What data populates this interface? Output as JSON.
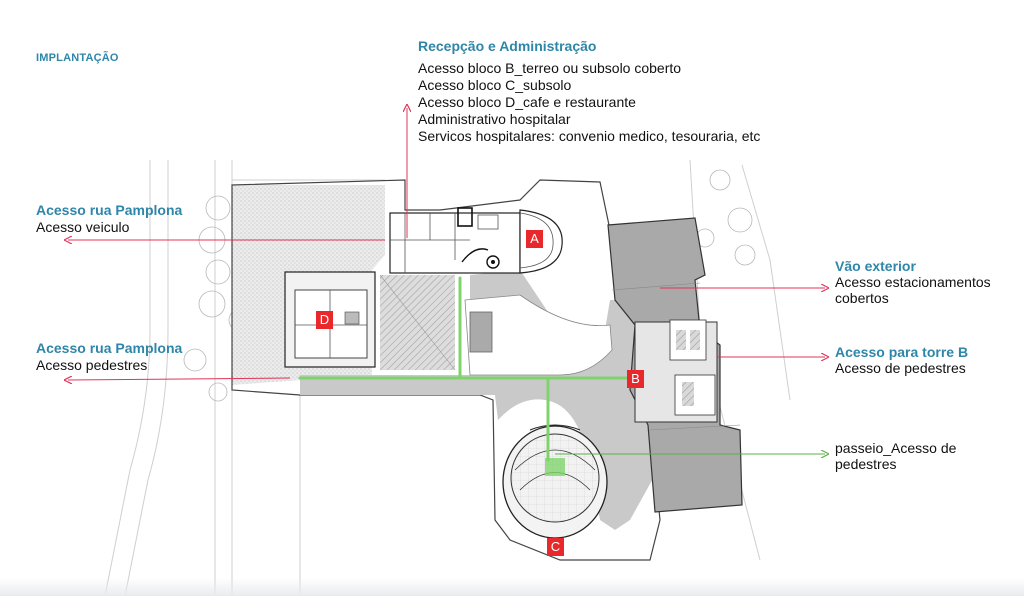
{
  "section_label": "IMPLANTAÇÃO",
  "reception": {
    "title": "Recepção e Administração",
    "lines": [
      "Acesso bloco B_terreo ou subsolo coberto",
      "Acesso bloco C_subsolo",
      "Acesso bloco D_cafe e restaurante",
      "Administrativo hospitalar",
      "Servicos hospitalares: convenio medico, tesouraria, etc"
    ]
  },
  "left_vehicle": {
    "title": "Acesso rua Pamplona",
    "subtitle": "Acesso veiculo"
  },
  "left_pedestrian": {
    "title": "Acesso rua Pamplona",
    "subtitle": "Acesso pedestres"
  },
  "right_exterior": {
    "title": "Vão exterior",
    "lines": [
      "Acesso estacionamentos",
      "cobertos"
    ]
  },
  "right_tower": {
    "title": "Acesso para torre B",
    "subtitle": "Acesso de pedestres"
  },
  "right_walk": {
    "lines": [
      "passeio_Acesso de",
      "pedestres"
    ]
  },
  "blocks": {
    "a": "A",
    "b": "B",
    "c": "C",
    "d": "D"
  },
  "colors": {
    "accent_title": "#2f86a8",
    "arrow_red": "#e0345a",
    "arrow_green": "#5ab04a",
    "badge_red": "#e8282b",
    "path_green": "#7fd36b",
    "plaza_gray": "#c9c9c9",
    "building_gray": "#a9a9a9"
  }
}
